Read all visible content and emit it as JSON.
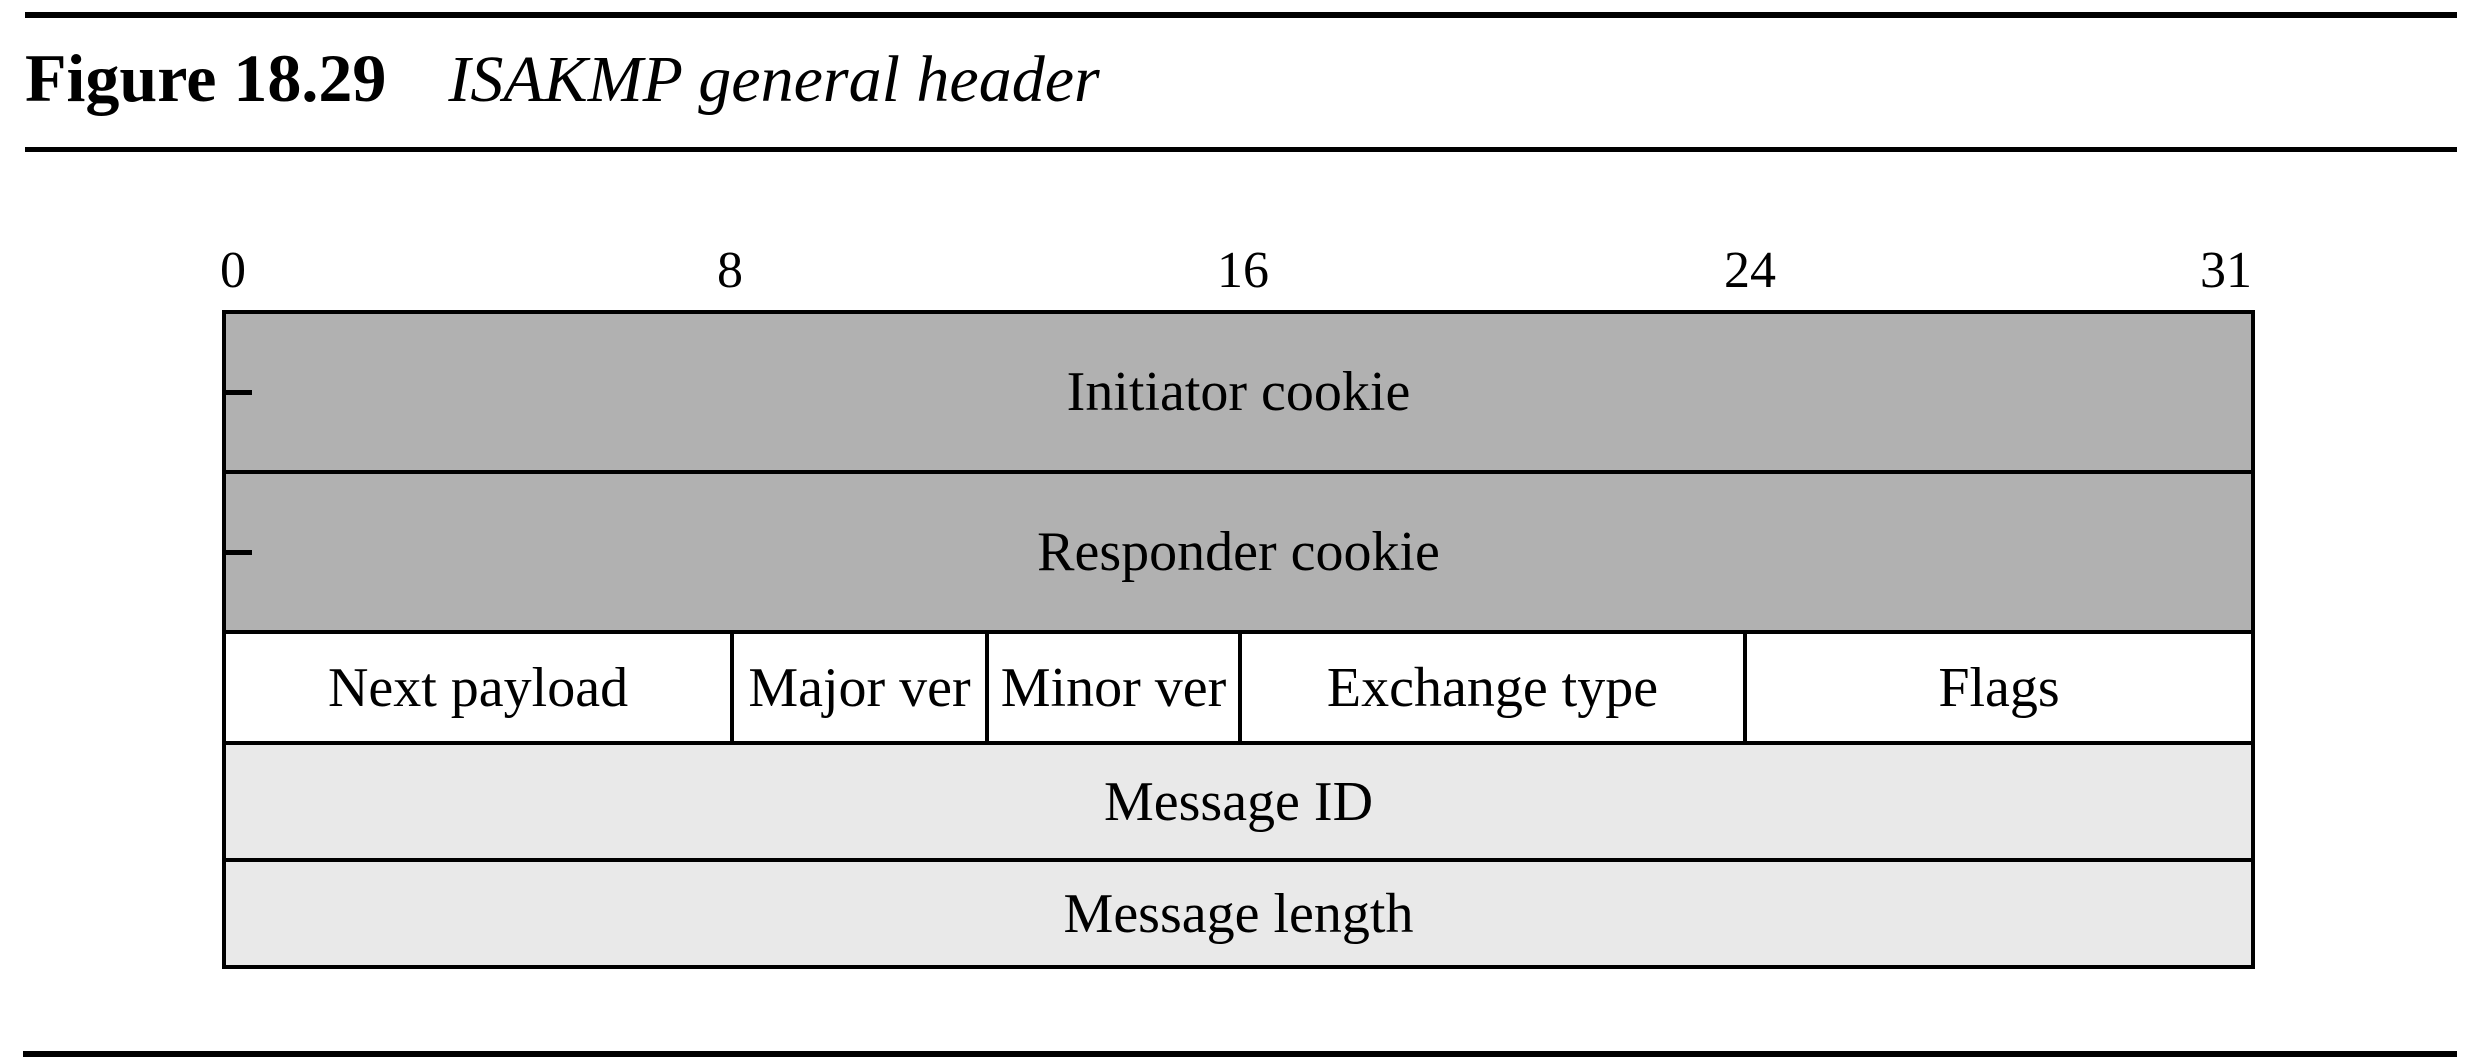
{
  "figure": {
    "label": "Figure 18.29",
    "caption": "ISAKMP general header"
  },
  "diagram": {
    "bit_labels": [
      "0",
      "8",
      "16",
      "24",
      "31"
    ],
    "total_bits": 32,
    "rows": [
      {
        "name": "initiator-cookie",
        "label": "Initiator cookie",
        "bits": 64,
        "shade": "dark",
        "left_tick": true
      },
      {
        "name": "responder-cookie",
        "label": "Responder cookie",
        "bits": 64,
        "shade": "dark",
        "left_tick": true
      },
      {
        "name": "fields",
        "shade": "white",
        "cells": [
          {
            "label": "Next payload",
            "bits": 8
          },
          {
            "label": "Major ver",
            "bits": 4
          },
          {
            "label": "Minor ver",
            "bits": 4
          },
          {
            "label": "Exchange type",
            "bits": 8
          },
          {
            "label": "Flags",
            "bits": 8
          }
        ]
      },
      {
        "name": "message-id",
        "label": "Message ID",
        "bits": 32,
        "shade": "light"
      },
      {
        "name": "message-length",
        "label": "Message length",
        "bits": 32,
        "shade": "light"
      }
    ]
  },
  "colors": {
    "row_dark": "#b1b1b1",
    "row_light": "#e9e9e9",
    "row_white": "#ffffff",
    "border": "#000000",
    "text": "#000000",
    "background": "#ffffff"
  }
}
